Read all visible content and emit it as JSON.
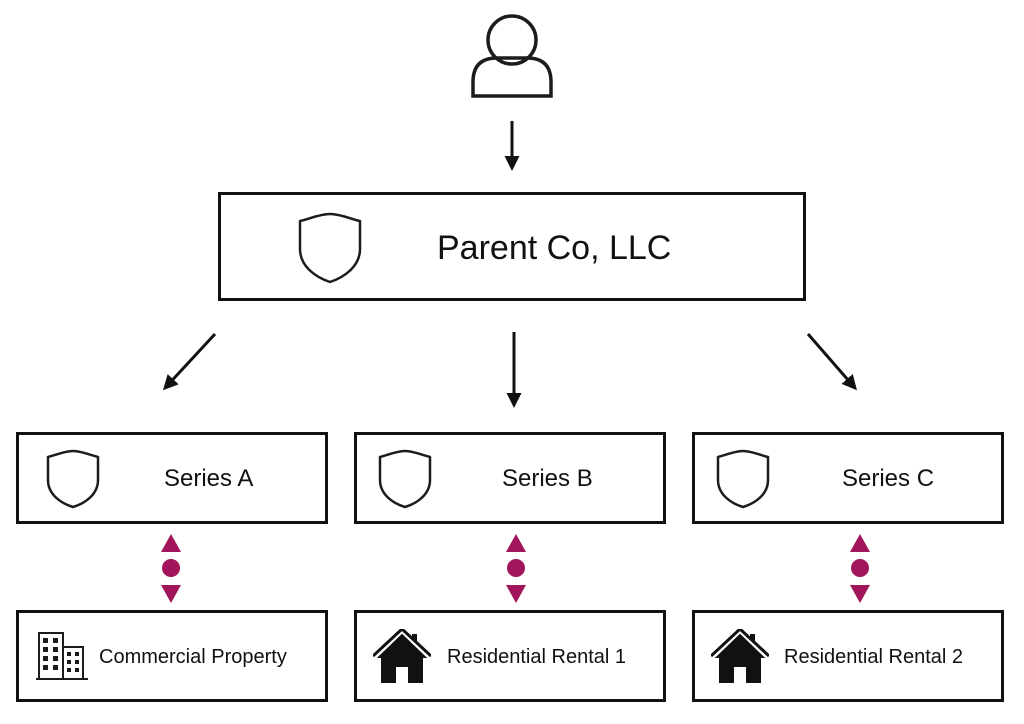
{
  "parent": {
    "label": "Parent Co, LLC",
    "icon": "shield-icon"
  },
  "owner": {
    "icon": "user-icon"
  },
  "series": [
    {
      "label": "Series A",
      "icon": "shield-icon",
      "asset": {
        "label": "Commercial Property",
        "icon": "building-icon"
      }
    },
    {
      "label": "Series B",
      "icon": "shield-icon",
      "asset": {
        "label": "Residential Rental 1",
        "icon": "house-icon"
      }
    },
    {
      "label": "Series C",
      "icon": "shield-icon",
      "asset": {
        "label": "Residential Rental 2",
        "icon": "house-icon"
      }
    }
  ],
  "colors": {
    "line": "#111111",
    "connector_accent": "#a3155a",
    "background": "#ffffff"
  }
}
